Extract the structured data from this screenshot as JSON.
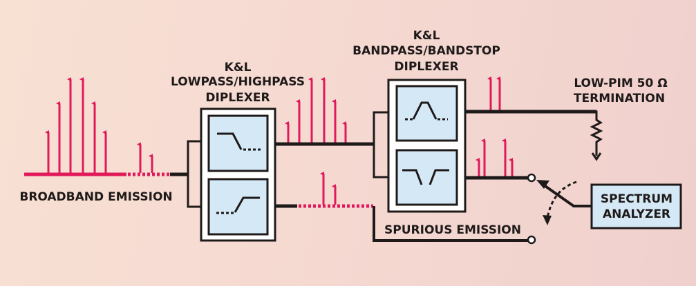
{
  "labels": {
    "lp_hp_brand": "K&L",
    "lp_hp_type": "LOWPASS/HIGHPASS",
    "lp_hp_name": "DIPLEXER",
    "bp_bs_brand": "K&L",
    "bp_bs_type": "BANDPASS/BANDSTOP",
    "bp_bs_name": "DIPLEXER",
    "termination_1": "LOW-PIM 50 Ω",
    "termination_2": "TERMINATION",
    "broadband": "BROADBAND EMISSION",
    "spurious": "SPURIOUS EMISSION",
    "analyzer_1": "SPECTRUM",
    "analyzer_2": "ANALYZER"
  },
  "colors": {
    "signal": "#e0195a",
    "line": "#1f1a1a",
    "filter_fill": "#d4e8f5"
  },
  "spectra": {
    "broadband_relative_levels": [
      0.45,
      0.75,
      1.0,
      1.0,
      0.75,
      0.45
    ],
    "broadband_spurious_levels": [
      0.35,
      0.22
    ],
    "lowpass_out_levels": [
      0.25,
      0.5,
      0.75,
      0.75,
      0.5,
      0.25
    ],
    "highpass_out_levels": [
      0.35,
      0.22
    ],
    "bandpass_out_levels": [
      1.0,
      1.0
    ],
    "bandstop_out_levels": [
      0.25,
      0.5,
      0.5,
      0.25
    ]
  }
}
